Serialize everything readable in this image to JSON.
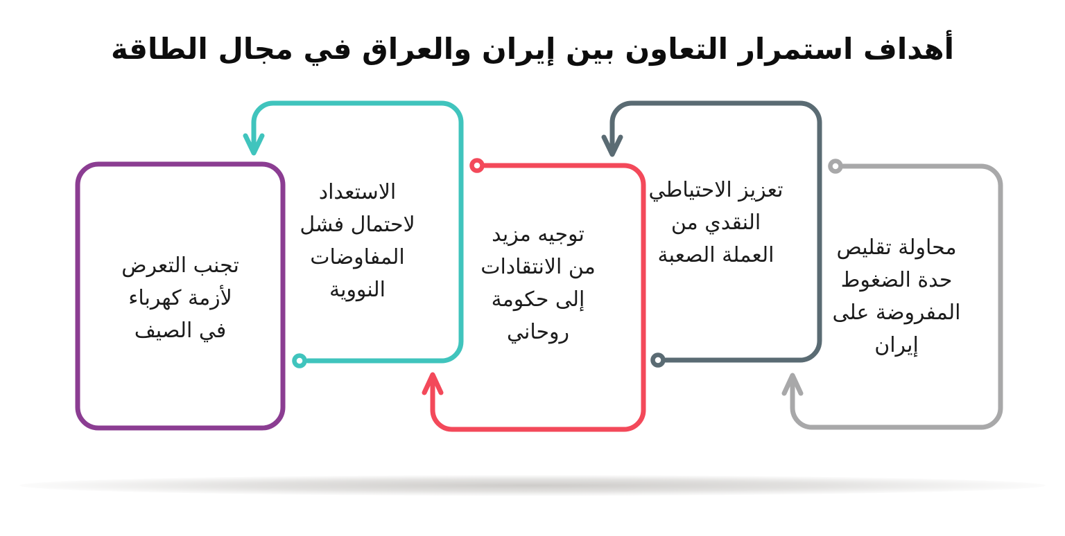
{
  "title": "أهداف استمرار التعاون بين إيران والعراق في مجال الطاقة",
  "text_color": "#1b1b1b",
  "goals": [
    {
      "id": "avoid-summer-electricity-crisis",
      "label": "تجنب التعرض\nلأزمة كهرباء\nفي الصيف",
      "color": "#8b3d92",
      "shape": "closed-rounded-box"
    },
    {
      "id": "prepare-for-nuclear-talks-failure",
      "label": "الاستعداد\nلاحتمال فشل\nالمفاوضات\nالنووية",
      "color": "#40c4bd",
      "shape": "open-loop-arrow-down"
    },
    {
      "id": "more-criticism-of-rouhani-government",
      "label": "توجيه مزيد\nمن الانتقادات\nإلى حكومة\nروحاني",
      "color": "#f3495a",
      "shape": "open-loop-arrow-up"
    },
    {
      "id": "strengthen-hard-currency-reserves",
      "label": "تعزيز الاحتياطي\nالنقدي من\nالعملة الصعبة",
      "color": "#5a6b73",
      "shape": "open-loop-arrow-down"
    },
    {
      "id": "reduce-pressure-on-iran",
      "label": "محاولة تقليص\nحدة الضغوط\nالمفروضة على\nإيران",
      "color": "#a8a8a9",
      "shape": "open-loop-arrow-up"
    }
  ]
}
